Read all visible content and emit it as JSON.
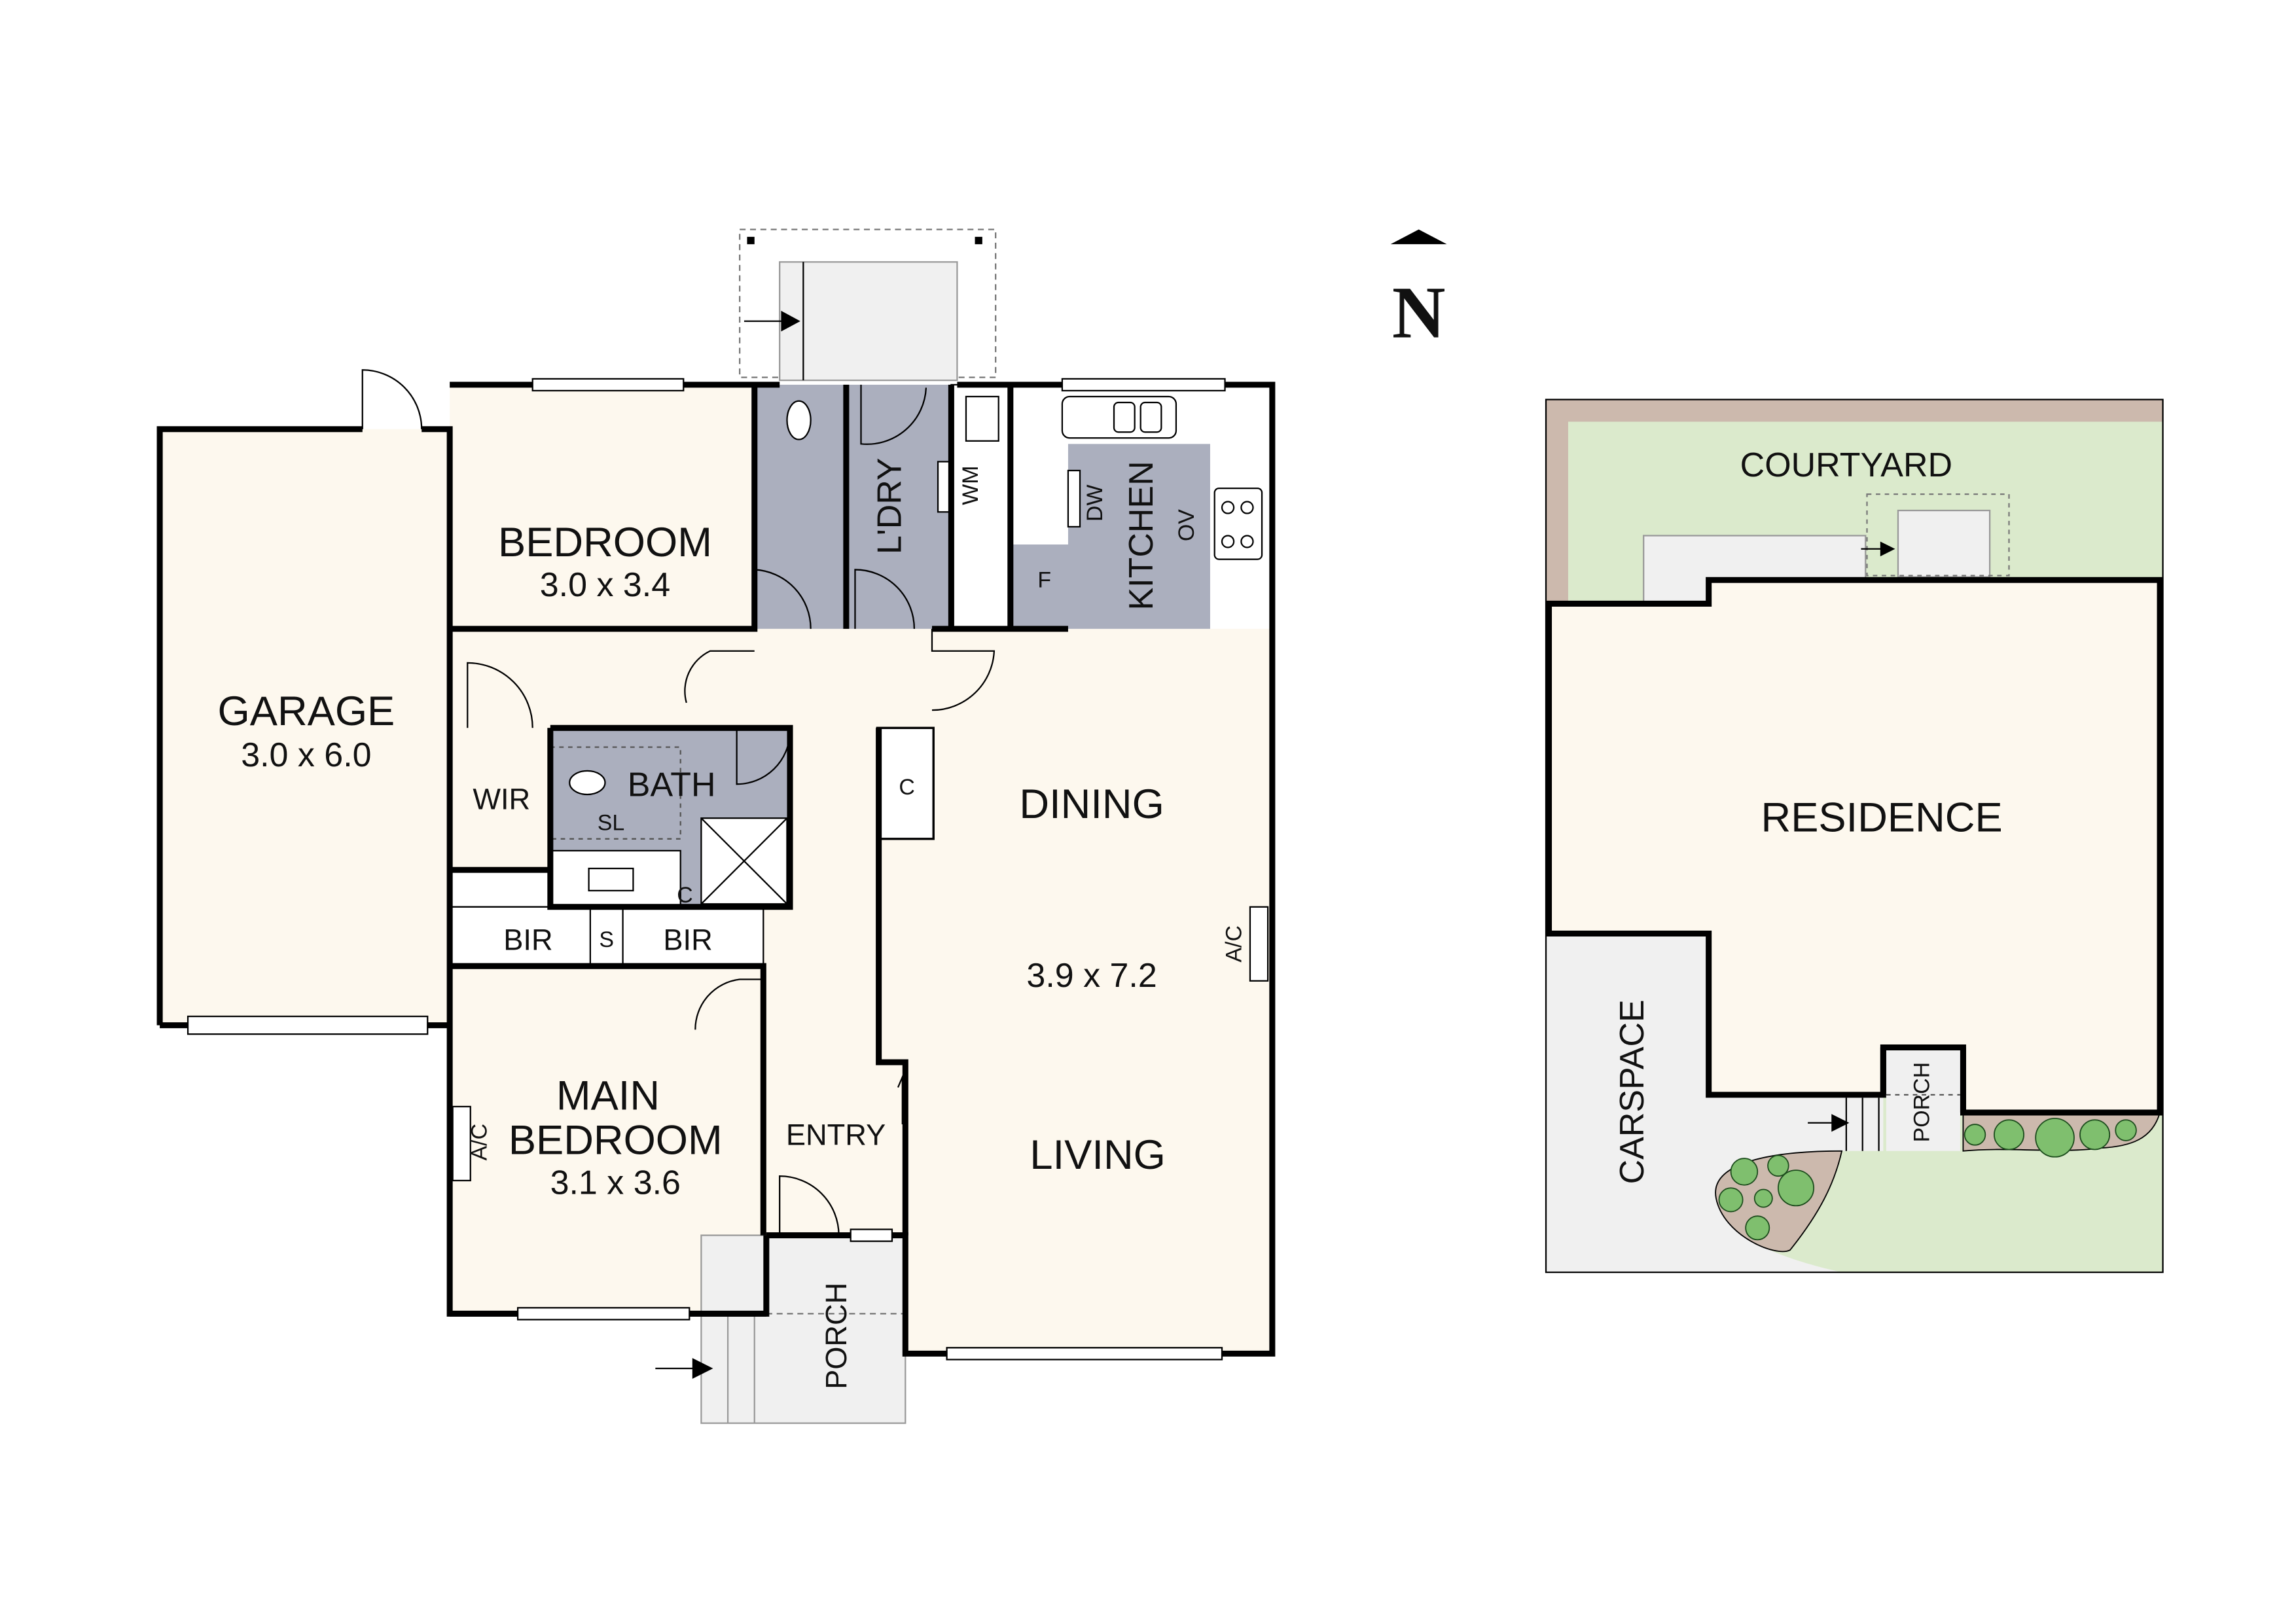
{
  "colors": {
    "floor": "#fdf8ee",
    "wet_area": "#abafbe",
    "porch": "#f0f0f0",
    "garden": "#dbeacc",
    "garden_bed": "#ccb9ad",
    "wall": "#000000"
  },
  "compass": {
    "label": "N"
  },
  "floor_plan": {
    "garage": {
      "name": "GARAGE",
      "size": "3.0 x 6.0"
    },
    "bedroom": {
      "name": "BEDROOM",
      "size": "3.0 x 3.4"
    },
    "laundry": {
      "name": "L'DRY",
      "wm": "WM"
    },
    "kitchen": {
      "name": "KITCHEN",
      "dw": "DW",
      "ov": "OV",
      "f": "F"
    },
    "wir": "WIR",
    "bath": {
      "name": "BATH",
      "sl": "SL",
      "c": "C"
    },
    "bir_left": "BIR",
    "bir_s": "S",
    "bir_right": "BIR",
    "dining": {
      "name": "DINING",
      "c": "C",
      "ac": "A/C"
    },
    "living": {
      "name": "LIVING",
      "size": "3.9 x 7.2"
    },
    "main_bedroom": {
      "line1": "MAIN",
      "line2": "BEDROOM",
      "size": "3.1 x 3.6",
      "ac": "A/C"
    },
    "entry": "ENTRY",
    "porch": "PORCH"
  },
  "site_plan": {
    "courtyard": "COURTYARD",
    "residence": "RESIDENCE",
    "carspace": "CARSPACE",
    "porch": "PORCH"
  }
}
